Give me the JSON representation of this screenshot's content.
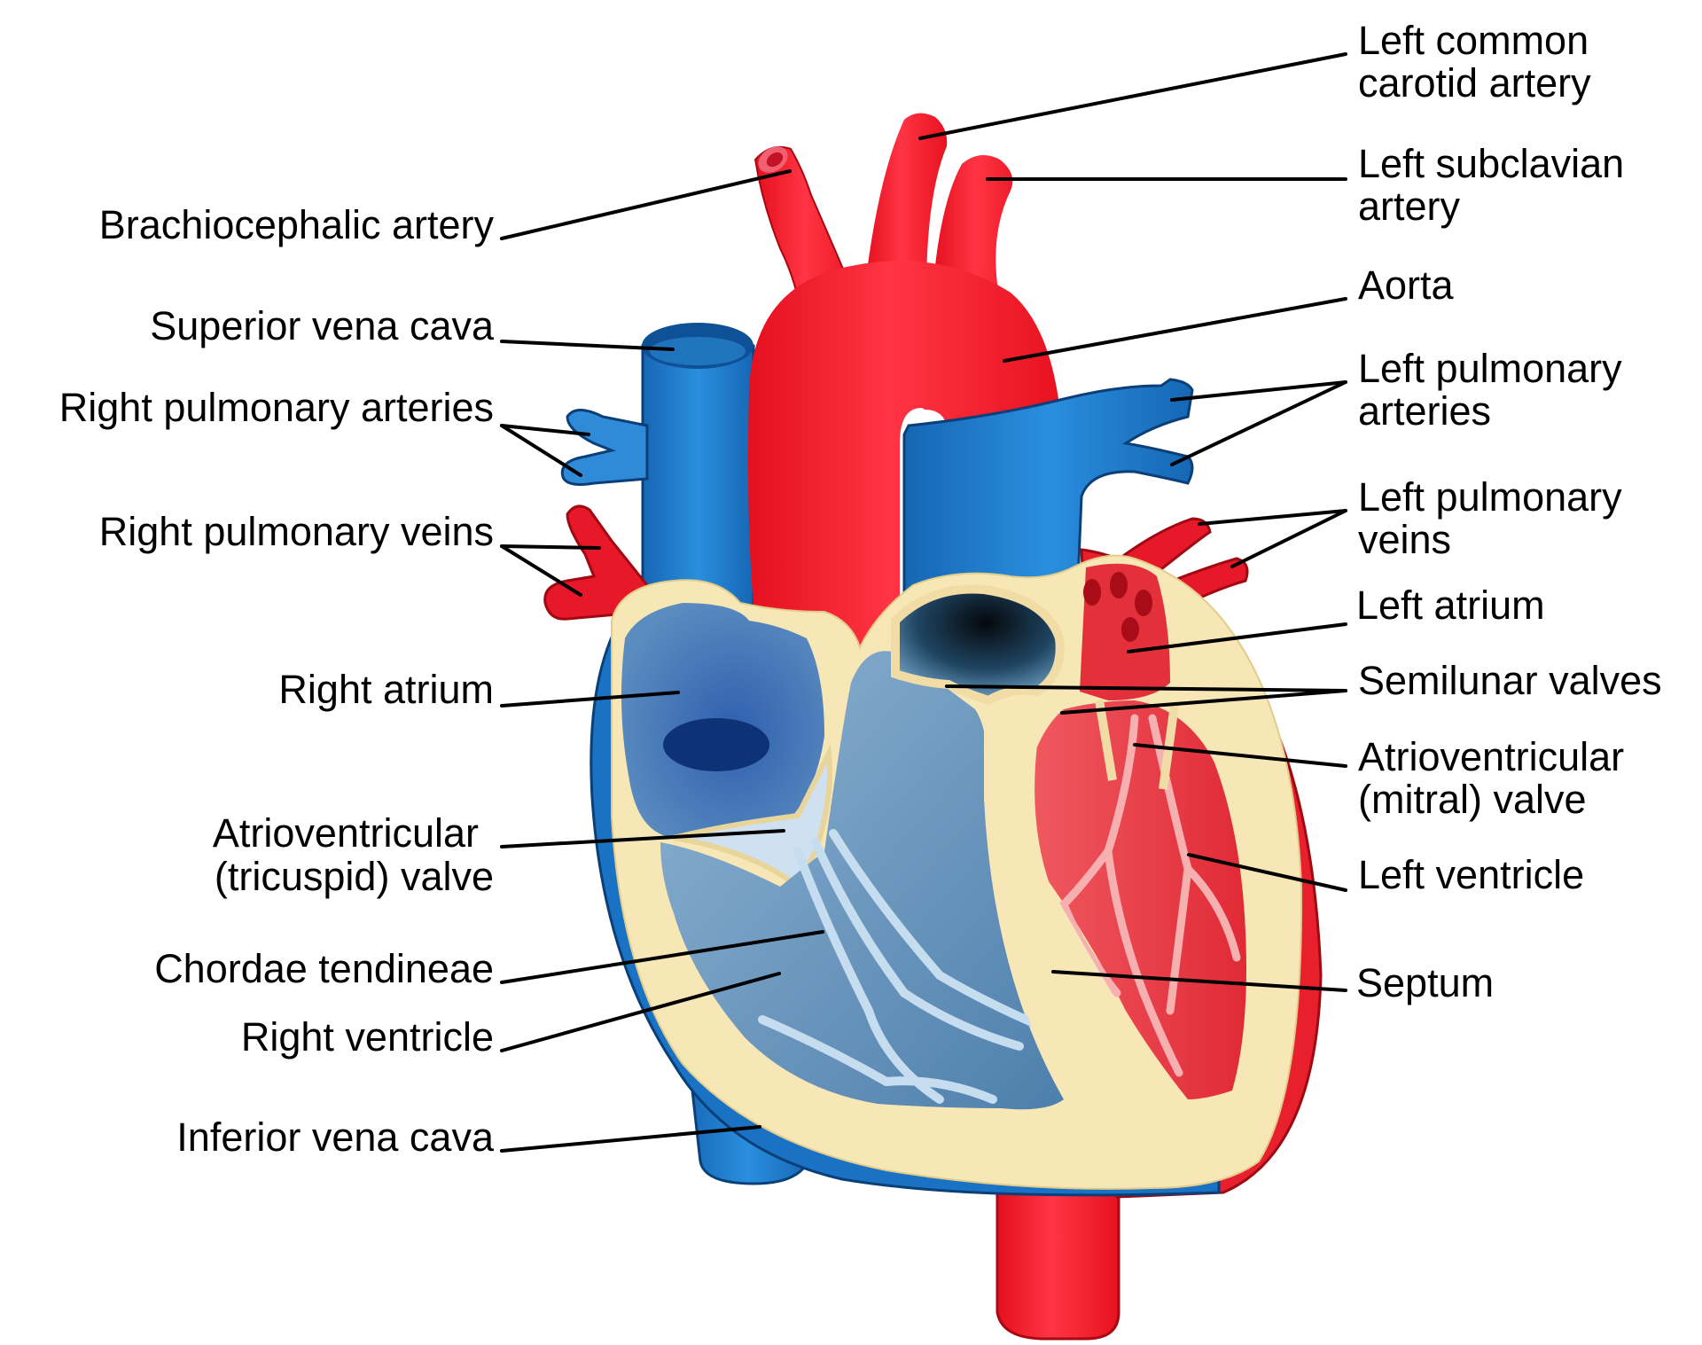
{
  "title": "Heart anatomy diagram",
  "colors": {
    "artery_red": "#f01c2c",
    "vein_blue": "#1a78c8",
    "vein_dark": "#0d4f94",
    "myocardium_cream": "#f6e6b8",
    "rv_cavity": "#5b8fb8",
    "lv_cavity": "#e8404a",
    "chordae_light": "#c9def0",
    "lv_chordae": "#f4a8a8",
    "leader": "#000000",
    "background": "#ffffff"
  },
  "labels_left": {
    "brachiocephalic": [
      "Brachiocephalic artery"
    ],
    "superior_vena_cava": [
      "Superior vena cava"
    ],
    "right_pulmonary_arteries": [
      "Right pulmonary arteries"
    ],
    "right_pulmonary_veins": [
      "Right pulmonary veins"
    ],
    "right_atrium": [
      "Right atrium"
    ],
    "tricuspid_valve": [
      "Atrioventricular",
      "(tricuspid) valve"
    ],
    "chordae_tendineae": [
      "Chordae tendineae"
    ],
    "right_ventricle": [
      "Right ventricle"
    ],
    "inferior_vena_cava": [
      "Inferior vena cava"
    ]
  },
  "labels_right": {
    "left_common_carotid": [
      "Left common",
      "carotid artery"
    ],
    "left_subclavian": [
      "Left subclavian",
      "artery"
    ],
    "aorta": [
      "Aorta"
    ],
    "left_pulmonary_arteries": [
      "Left pulmonary",
      "arteries"
    ],
    "left_pulmonary_veins": [
      "Left pulmonary",
      "veins"
    ],
    "left_atrium": [
      "Left atrium"
    ],
    "semilunar_valves": [
      "Semilunar valves"
    ],
    "mitral_valve": [
      "Atrioventricular",
      "(mitral) valve"
    ],
    "left_ventricle": [
      "Left ventricle"
    ],
    "septum": [
      "Septum"
    ]
  }
}
